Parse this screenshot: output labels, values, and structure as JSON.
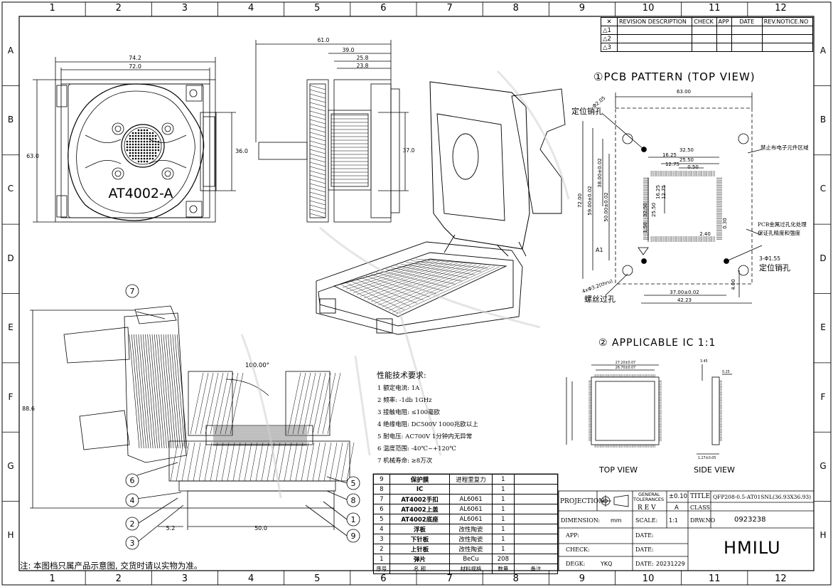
{
  "zones": {
    "columns": [
      "1",
      "2",
      "3",
      "4",
      "5",
      "6",
      "7",
      "8",
      "9",
      "10",
      "11",
      "12"
    ],
    "rows": [
      "A",
      "B",
      "C",
      "D",
      "E",
      "F",
      "G",
      "H"
    ]
  },
  "revision_table": {
    "headers": [
      "REVISION DESCRIPTION",
      "CHECK",
      "APP",
      "DATE",
      "REV.NOTICE.NO"
    ],
    "rows": [
      "1",
      "2",
      "3"
    ]
  },
  "front_view": {
    "dim_74": "74.2",
    "dim_72": "72.0",
    "dim_63": "63.0",
    "dim_36": "36.0",
    "part_label": "AT4002-A"
  },
  "side_view": {
    "dim_61": "61.0",
    "dim_39": "39.0",
    "dim_25_8": "25.8",
    "dim_23_8": "23.8",
    "dim_37": "37.0"
  },
  "pcb_pattern": {
    "title": "①PCB PATTERN (TOP VIEW)",
    "locating_pin_top": "定位销孔",
    "locating_pin_bottom": "定位销孔",
    "locating_pin_size": "3-Φ1.55",
    "hole_top": "Φ2.05",
    "no_component_zone": "禁止布电子元件区域",
    "plating_note_1": "PCB金属过孔化处理",
    "plating_note_2": "保证孔精度和强度",
    "screw_hole": "螺丝过孔",
    "screw_hole_size": "4xΦ3.2(thru)",
    "pin_a1": "A1",
    "dim_63": "63.00",
    "dim_72": "72.00",
    "dim_59": "59.00±0.02",
    "dim_50": "50.00±0.02",
    "dim_38": "38.00±0.02",
    "dim_37": "37.00±0.02",
    "dim_42": "42.23",
    "dim_4": "4.00",
    "dim_32_5h": "32.50",
    "dim_32_5v": "32.50",
    "dim_16_25h": "16.25",
    "dim_16_25v": "16.25",
    "dim_25_5h": "25.50",
    "dim_25_5v": "25.50",
    "dim_12_75h": "12.75",
    "dim_12_75v": "12.75",
    "dim_0_5": "0.50",
    "dim_2_4": "2.40",
    "dim_0_3": "0.30",
    "dim_1_5": "1.50"
  },
  "applicable_ic": {
    "title": "② APPLICABLE IC 1:1",
    "top_view": "TOP VIEW",
    "side_view": "SIDE VIEW",
    "dim_top_1": "27.20±0.07",
    "dim_top_2": "26.70±0.07",
    "dim_side_1": "3.45",
    "dim_side_2": "0.25",
    "dim_bottom": "1.27±0.05"
  },
  "open_view": {
    "angle": "100.00°",
    "height": "88.6",
    "dim_50": "50.0",
    "dim_5_2": "5.2",
    "balloons": [
      "1",
      "2",
      "3",
      "4",
      "5",
      "6",
      "7",
      "8",
      "9"
    ]
  },
  "specs": {
    "title": "性能技术要求:",
    "items": [
      "1 额定电流: 1A",
      "2 频率:     -1db 1GHz",
      "3 接触电阻: ≤100毫欧",
      "4 绝缘电阻: DC500V 1000兆欧以上",
      "5 耐电压:   AC700V 1分钟内无异常",
      "6 温度范围: -40℃~+120℃",
      "7 机械寿命: ≥8万次"
    ]
  },
  "bom": {
    "rows": [
      {
        "no": "9",
        "name": "保护膜",
        "material": "进程里复力",
        "qty": "1",
        "note": ""
      },
      {
        "no": "8",
        "name": "IC",
        "material": "",
        "qty": "1",
        "note": ""
      },
      {
        "no": "7",
        "name": "AT4002手扣",
        "material": "AL6061",
        "qty": "1",
        "note": ""
      },
      {
        "no": "6",
        "name": "AT4002上盖",
        "material": "AL6061",
        "qty": "1",
        "note": ""
      },
      {
        "no": "5",
        "name": "AT4002底座",
        "material": "AL6061",
        "qty": "1",
        "note": ""
      },
      {
        "no": "4",
        "name": "浮板",
        "material": "改性陶瓷",
        "qty": "1",
        "note": ""
      },
      {
        "no": "3",
        "name": "下针板",
        "material": "改性陶瓷",
        "qty": "1",
        "note": ""
      },
      {
        "no": "2",
        "name": "上针板",
        "material": "改性陶瓷",
        "qty": "1",
        "note": ""
      },
      {
        "no": "1",
        "name": "弹片",
        "material": "BeCu",
        "qty": "208",
        "note": ""
      }
    ],
    "header": {
      "no": "序号",
      "name": "名 称",
      "material": "材料规格",
      "qty": "数量",
      "note": "备注"
    }
  },
  "title_block": {
    "projection": "PROJECTION",
    "general_tol_1": "GENERAL",
    "general_tol_2": "TOLERANCES",
    "tol_value": "±0.10",
    "title_label": "TITLE",
    "title_value": "QFP208-0.5-AT01SNL(36.93X36.93)",
    "rev_label": "R E V",
    "rev_value": "A",
    "class_label": "CLASS",
    "dimension_label": "DIMENSION:",
    "dimension_value": "mm",
    "scale_label": "SCALE:",
    "scale_value": "1:1",
    "drw_label": "DRW.NO",
    "drw_value": "0923238",
    "app_label": "APP:",
    "date_label": "DATE:",
    "check_label": "CHECK:",
    "degk_label": "DEGK:",
    "degk_value": "YKQ",
    "date_value": "20231229",
    "logo": "HMILU"
  },
  "footer_note": "注: 本图档只属产品示意图, 交货时请以实物为准。"
}
